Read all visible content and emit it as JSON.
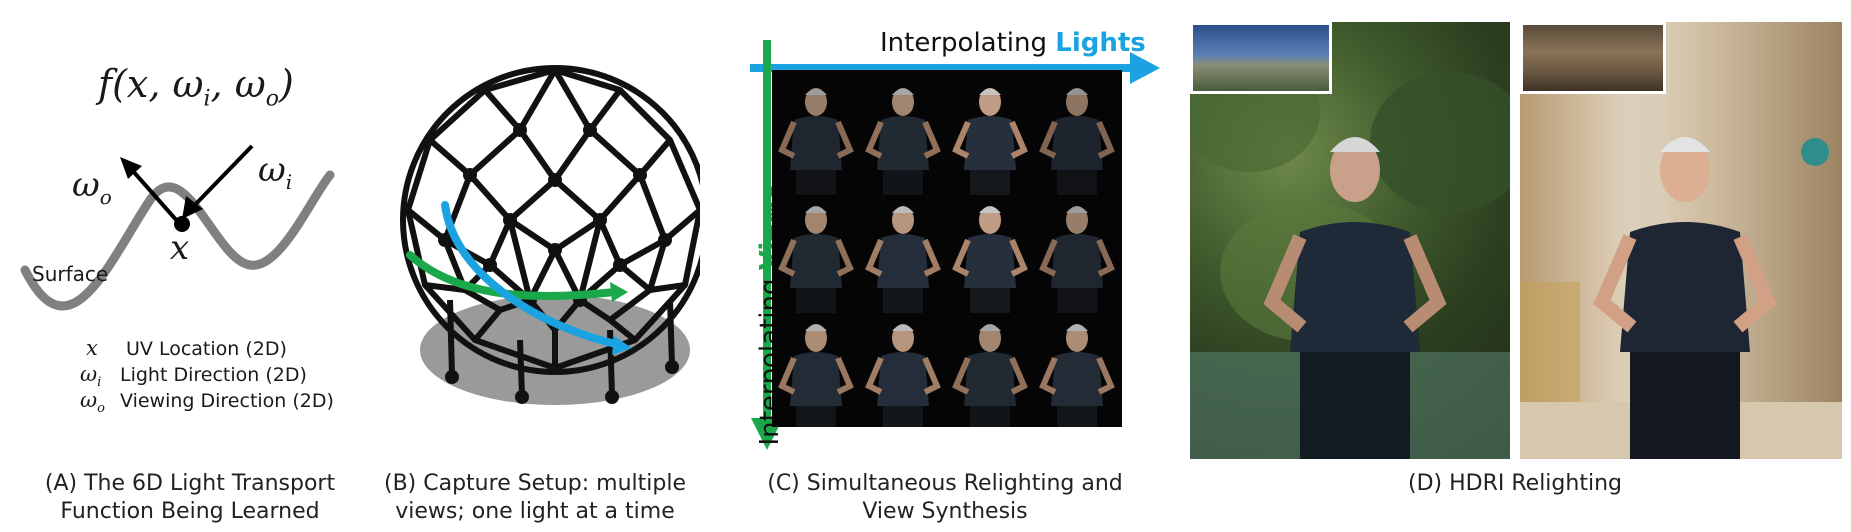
{
  "panel_a": {
    "function_label": "f(x, ω_i, ω_o)",
    "omega_o": "ω",
    "omega_o_sub": "o",
    "omega_i": "ω",
    "omega_i_sub": "i",
    "x_label": "x",
    "surface_label": "Surface",
    "legend": [
      {
        "symbol": "x",
        "sub": "",
        "text": "UV Location (2D)"
      },
      {
        "symbol": "ω",
        "sub": "i",
        "text": "Light Direction (2D)"
      },
      {
        "symbol": "ω",
        "sub": "o",
        "text": "Viewing Direction (2D)"
      }
    ],
    "caption_line1": "(A) The 6D Light Transport",
    "caption_line2": "Function Being Learned"
  },
  "panel_b": {
    "caption_line1": "(B) Capture Setup: multiple",
    "caption_line2": "views; one light at a time",
    "arrow_colors": {
      "green": "#1aa84a",
      "blue": "#1aa3e0"
    }
  },
  "panel_c": {
    "top_label_prefix": "Interpolating ",
    "top_label_accent": "Lights",
    "side_label_prefix": "Interpolating ",
    "side_label_accent": "Views",
    "accent_lights": "#1aa3e0",
    "accent_views": "#1aa84a",
    "caption_line1": "(C) Simultaneous Relighting and",
    "caption_line2": "View Synthesis"
  },
  "panel_d": {
    "caption": "(D) HDRI Relighting"
  }
}
